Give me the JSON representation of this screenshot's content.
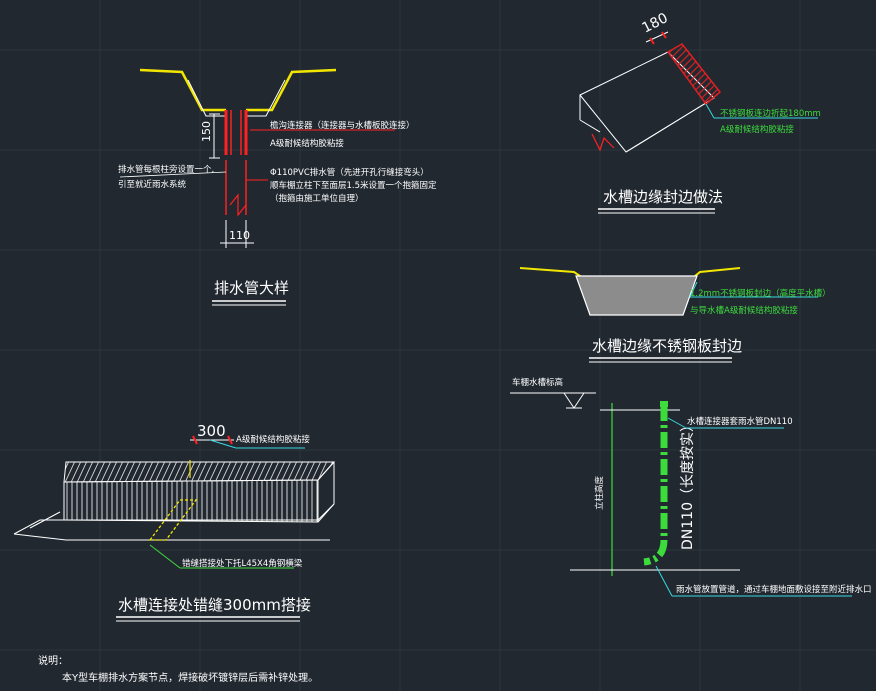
{
  "drain_pipe": {
    "title": "排水管大样",
    "dim_150": "150",
    "dim_110": "110",
    "note_connector": "檐沟连接器（连接器与水槽板胶连接）",
    "note_glue": "A级耐候结构胶粘接",
    "note_pipe_1": "Φ110PVC排水管（先进开孔行缝接弯头）",
    "note_pipe_2": "顺车棚立柱下至面层1.5米设置一个抱箍固定",
    "note_pipe_3": "（抱箍由施工单位自理）",
    "note_left_1": "排水管每根柱旁设置一个,",
    "note_left_2": "引至就近雨水系统"
  },
  "edge_seal": {
    "title": "水槽边缘封边做法",
    "dim_180": "180",
    "note_1": "不锈钢板连边折起180mm",
    "note_2": "A级耐候结构胶粘接"
  },
  "stainless_seal": {
    "title": "水槽边缘不锈钢板封边",
    "note_1": "1.2mm不锈钢板封边（高度平水槽）",
    "note_2": "与导水槽A级耐候结构胶粘接"
  },
  "lap_joint": {
    "title": "水槽连接处错缝300mm搭接",
    "dim_300": "300",
    "note_top": "A级耐候结构胶粘接",
    "note_bottom": "错缝搭接处下托L45X4角钢横梁"
  },
  "elevation": {
    "label_top": "车棚水槽标高",
    "label_side": "立柱高度",
    "pipe_label": "DN110（长度按实）",
    "note_top": "水槽连接器套雨水管DN110",
    "note_bottom": "雨水管放置管道，通过车棚地面敷设接至附近排水口"
  },
  "notes": {
    "heading": "说明：",
    "line_1": "本Y型车棚排水方案节点，焊接破坏镀锌层后需补锌处理。"
  },
  "colors": {
    "background": "#212830",
    "outline": "#ffffff",
    "gutter_edge": "#f2e600",
    "pipe": "#ff2020",
    "glue_hatch": "#d81c1c",
    "annotation": "#3ddc3d",
    "leader": "#3ad8e0"
  }
}
